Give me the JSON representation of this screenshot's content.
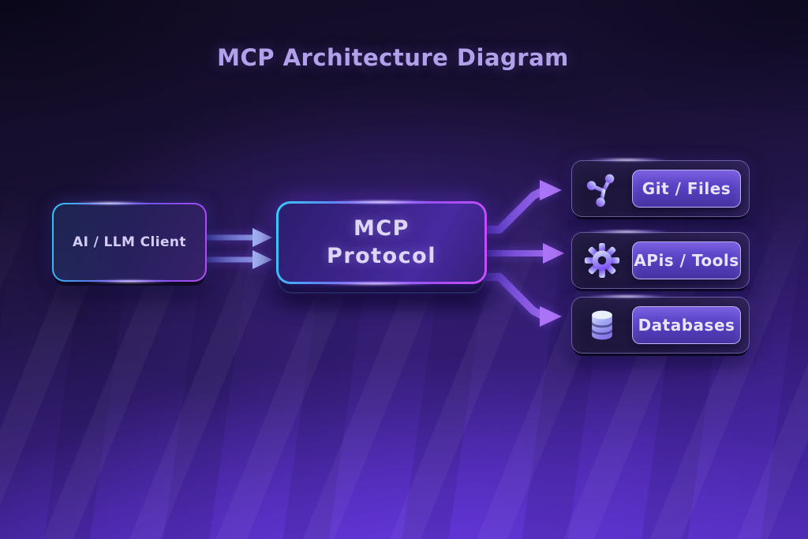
{
  "title": "MCP Architecture Diagram",
  "client": {
    "label": "AI / LLM Client"
  },
  "protocol": {
    "line1": "MCP",
    "line2": "Protocol"
  },
  "targets": [
    {
      "id": "git-files",
      "label": "Git / Files",
      "icon": "git-branch-icon"
    },
    {
      "id": "apis-tools",
      "label": "APis / Tools",
      "icon": "gear-icon"
    },
    {
      "id": "databases",
      "label": "Databases",
      "icon": "database-icon"
    }
  ],
  "colors": {
    "background_top": "#130d26",
    "background_bottom": "#5a2ec6",
    "accent_cyan": "#37c6f4",
    "accent_magenta": "#c94ef6",
    "accent_violet": "#7a4cf0",
    "arrow_blue_light": "#a8b6f8",
    "arrow_purple_light": "#ab74f6",
    "title_color": "#b2a0eb",
    "text_light": "#eae4fb"
  }
}
